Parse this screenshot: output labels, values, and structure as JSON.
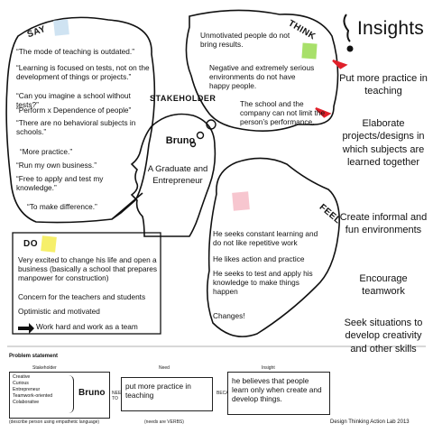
{
  "say": {
    "label": "SAY",
    "quotes": [
      "“The mode of teaching is outdated.”",
      "“Learning is focused on tests, not on the development of things or projects.”",
      "“Can you imagine a school without tests?”",
      "“Perform x Dependence of people”",
      "“There are no behavioral subjects in schools.”",
      "“More practice.”",
      "“Run my own business.”",
      "“Free to apply and test my knowledge.”",
      "“To make difference.”"
    ]
  },
  "think": {
    "label": "THINK",
    "items": [
      "Unmotivated people do not bring results.",
      "Negative and extremely serious environments do not have happy people.",
      "The school and the company can not limit the person’s performance."
    ]
  },
  "stakeholder": {
    "label": "STAKEHOLDER",
    "name": "Bruno",
    "description": "A Graduate and Entrepreneur"
  },
  "feel": {
    "label": "FEEL",
    "items": [
      "He seeks constant learning and do not like repetitive work",
      "He likes action and practice",
      "He seeks to  test and apply his knowledge to make things happen",
      "Changes!"
    ]
  },
  "do": {
    "label": "DO",
    "items": [
      "Very excited to change his life and open a business (basically a school that prepares manpower for construction)",
      "Concern for the teachers and students",
      "Optimistic and motivated",
      "Work hard and work as a team"
    ]
  },
  "insights": {
    "title": "Insights",
    "items": [
      "Put more practice in teaching",
      "Elaborate projects/designs in which subjects are learned together",
      "Create informal and fun environments",
      "Encourage teamwork",
      "Seek situations to develop creativity and other skills"
    ]
  },
  "problem_statement": {
    "title": "Problem statement",
    "stakeholder_header": "Stakeholder",
    "need_header": "Need",
    "insight_header": "Insight",
    "traits": [
      "Creative",
      "Curious",
      "Entrepreneur",
      "Teamwork-oriented",
      "Colaborative"
    ],
    "name": "Bruno",
    "connector_need": "NEEDS A WAY TO",
    "need": "put more practice in teaching",
    "connector_because": "BECAUSE",
    "insight": "he believes that people learn only when create and develop things.",
    "stakeholder_caption": "(describe person using empathetic language)",
    "need_caption": "(needs are VERBS)",
    "credit": "Design Thinking Action Lab 2013"
  },
  "colors": {
    "note_blue": "#cfe3f2",
    "note_green": "#a8e06a",
    "note_pink": "#f7c6cf",
    "note_yellow": "#f6ef6a",
    "arrow_red": "#e0202a"
  }
}
